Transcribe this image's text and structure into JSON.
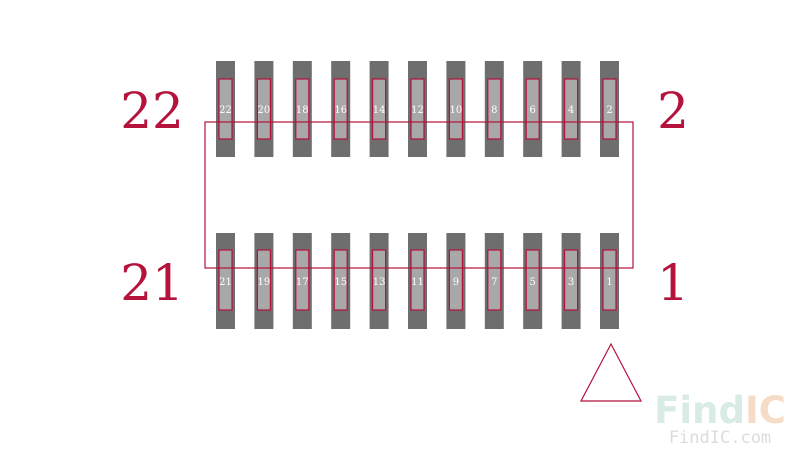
{
  "colors": {
    "pad_dark": "#6e6e6e",
    "pad_light": "#a8a8a8",
    "outline": "#b5123c",
    "pad_text": "#ffffff",
    "brand_find": "#d8ebe4",
    "brand_ic": "#f5dcc6",
    "brand_url": "#dcdcdc"
  },
  "corner_labels": {
    "top_left": "22",
    "top_right": "2",
    "bottom_left": "21",
    "bottom_right": "1"
  },
  "top_row_pins": [
    "22",
    "20",
    "18",
    "16",
    "14",
    "12",
    "10",
    "8",
    "6",
    "4",
    "2"
  ],
  "bottom_row_pins": [
    "21",
    "19",
    "17",
    "15",
    "13",
    "11",
    "9",
    "7",
    "5",
    "3",
    "1"
  ],
  "pin1_marker_icon": "triangle-outline-icon",
  "watermark": {
    "find": "Find",
    "ic": "IC",
    "url": "FindIC.com"
  }
}
